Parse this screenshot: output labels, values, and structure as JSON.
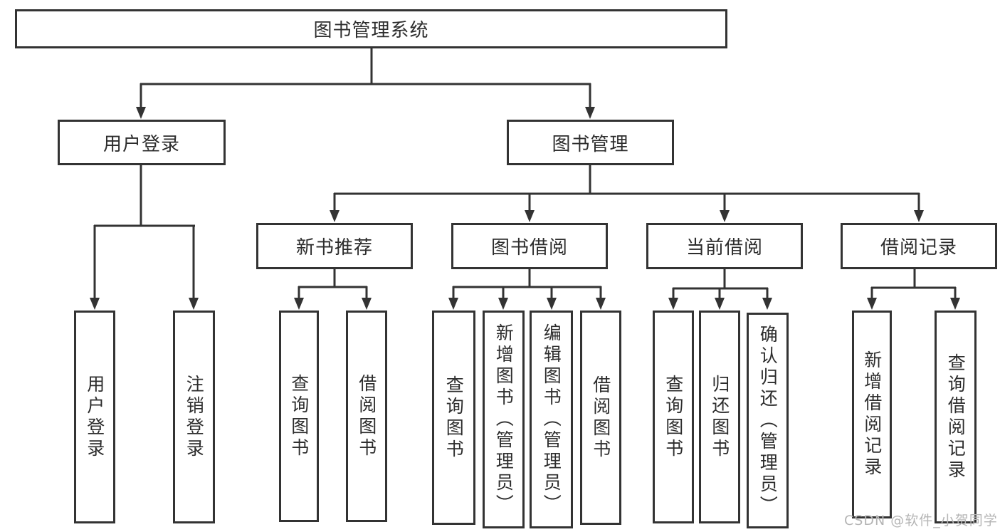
{
  "diagram": {
    "root": "图书管理系统",
    "user_login": {
      "label": "用户登录",
      "children": [
        "用户登录",
        "注销登录"
      ]
    },
    "book_mgmt": {
      "label": "图书管理",
      "sections": [
        {
          "label": "新书推荐",
          "children": [
            "查询图书",
            "借阅图书"
          ]
        },
        {
          "label": "图书借阅",
          "children": [
            "查询图书",
            "新增图书（管理员）",
            "编辑图书（管理员）",
            "借阅图书"
          ]
        },
        {
          "label": "当前借阅",
          "children": [
            "查询图书",
            "归还图书",
            "确认归还（管理员）"
          ]
        },
        {
          "label": "借阅记录",
          "children": [
            "新增借阅记录",
            "查询借阅记录"
          ]
        }
      ]
    }
  },
  "watermark": "CSDN @软件_小贺同学",
  "colors": {
    "line": "#333333",
    "text": "#2d2d2d",
    "watermark": "#b5b5b5",
    "background": "#ffffff"
  }
}
